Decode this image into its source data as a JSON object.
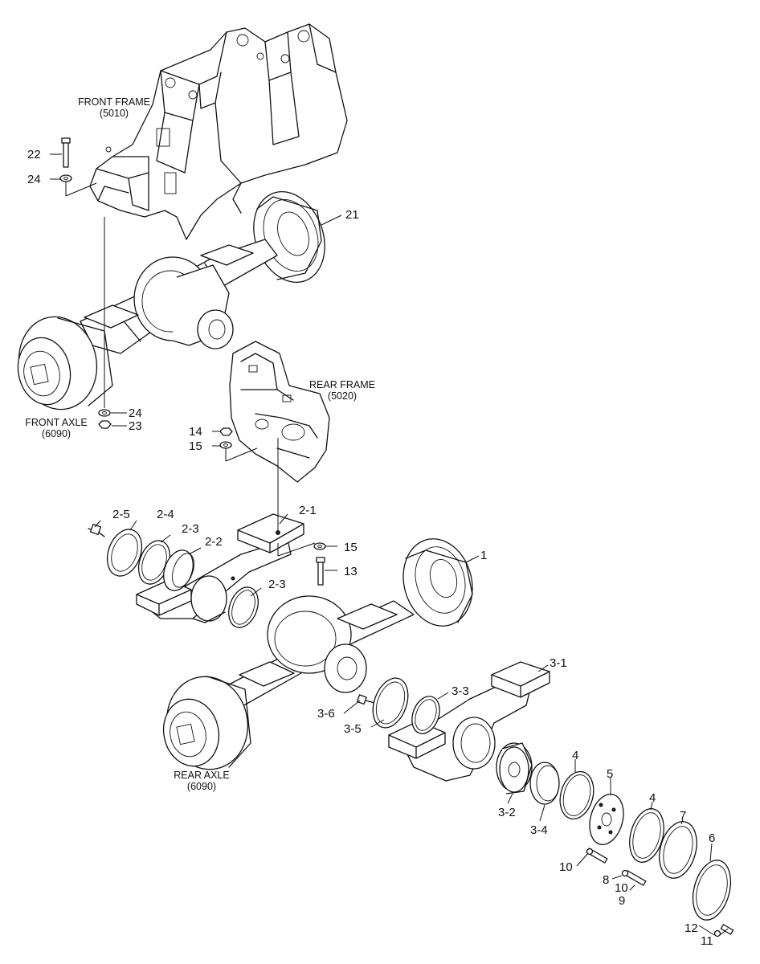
{
  "captions": [
    {
      "id": "front-frame",
      "line1": "FRONT FRAME",
      "line2": "(5010)"
    },
    {
      "id": "rear-frame",
      "line1": "REAR FRAME",
      "line2": "(5020)"
    },
    {
      "id": "front-axle",
      "line1": "FRONT AXLE",
      "line2": "(6090)"
    },
    {
      "id": "rear-axle",
      "line1": "REAR AXLE",
      "line2": "(6090)"
    }
  ],
  "callouts": [
    {
      "id": "c22",
      "text": "22"
    },
    {
      "id": "c24a",
      "text": "24"
    },
    {
      "id": "c21",
      "text": "21"
    },
    {
      "id": "c24b",
      "text": "24"
    },
    {
      "id": "c23",
      "text": "23"
    },
    {
      "id": "c14",
      "text": "14"
    },
    {
      "id": "c15a",
      "text": "15"
    },
    {
      "id": "c25",
      "text": "2-5"
    },
    {
      "id": "c24p",
      "text": "2-4"
    },
    {
      "id": "c23p",
      "text": "2-3"
    },
    {
      "id": "c22p",
      "text": "2-2"
    },
    {
      "id": "c21p",
      "text": "2-1"
    },
    {
      "id": "c15b",
      "text": "15"
    },
    {
      "id": "c13",
      "text": "13"
    },
    {
      "id": "c1",
      "text": "1"
    },
    {
      "id": "c23q",
      "text": "2-3"
    },
    {
      "id": "c31",
      "text": "3-1"
    },
    {
      "id": "c33",
      "text": "3-3"
    },
    {
      "id": "c36",
      "text": "3-6"
    },
    {
      "id": "c35",
      "text": "3-5"
    },
    {
      "id": "c4a",
      "text": "4"
    },
    {
      "id": "c5",
      "text": "5"
    },
    {
      "id": "c4b",
      "text": "4"
    },
    {
      "id": "c7",
      "text": "7"
    },
    {
      "id": "c6",
      "text": "6"
    },
    {
      "id": "c32",
      "text": "3-2"
    },
    {
      "id": "c34",
      "text": "3-4"
    },
    {
      "id": "c10a",
      "text": "10"
    },
    {
      "id": "c8",
      "text": "8"
    },
    {
      "id": "c10b",
      "text": "10"
    },
    {
      "id": "c9",
      "text": "9"
    },
    {
      "id": "c12",
      "text": "12"
    },
    {
      "id": "c11",
      "text": "11"
    }
  ]
}
